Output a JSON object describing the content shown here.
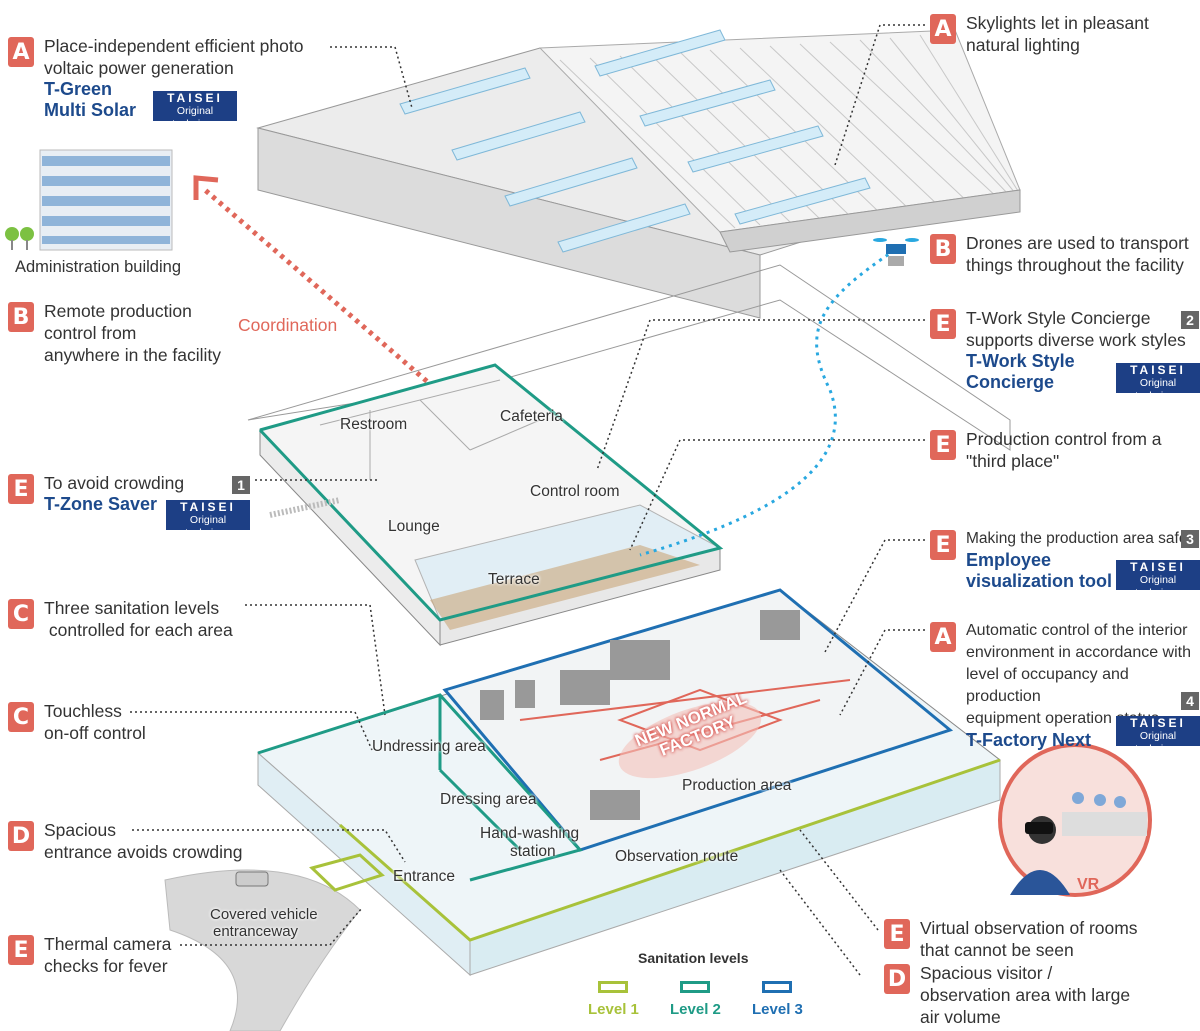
{
  "callouts": {
    "solar": {
      "letter": "A",
      "lines": [
        "Place-independent efficient photo",
        "voltaic power generation"
      ],
      "brand": [
        "T-Green",
        "Multi Solar"
      ]
    },
    "skylights": {
      "letter": "A",
      "lines": [
        "Skylights let in pleasant",
        "natural lighting"
      ]
    },
    "remote": {
      "letter": "B",
      "lines": [
        "Remote production",
        "control from",
        "anywhere in the facility"
      ]
    },
    "drones": {
      "letter": "B",
      "lines": [
        "Drones are used to transport",
        "things throughout the facility"
      ]
    },
    "workstyle": {
      "letter": "E",
      "lines": [
        "T-Work Style Concierge",
        "supports diverse work styles"
      ],
      "brand": [
        "T-Work Style",
        "Concierge"
      ],
      "number": "2"
    },
    "thirdplace": {
      "letter": "E",
      "lines": [
        "Production control from a",
        "\"third place\""
      ]
    },
    "crowding": {
      "letter": "E",
      "lines": [
        "To avoid crowding"
      ],
      "brand": [
        "T-Zone Saver"
      ],
      "number": "1"
    },
    "safer": {
      "letter": "E",
      "lines": [
        "Making the production area safer"
      ],
      "brand": [
        "Employee",
        "visualization tool"
      ],
      "number": "3"
    },
    "sanitation": {
      "letter": "C",
      "lines": [
        "Three sanitation levels",
        " controlled for each area"
      ]
    },
    "automatic": {
      "letter": "A",
      "lines": [
        "Automatic control of the interior",
        "environment in accordance with",
        "level of occupancy and production",
        "equipment operation status"
      ],
      "brand": [
        "T-Factory Next"
      ],
      "number": "4"
    },
    "touchless": {
      "letter": "C",
      "lines": [
        "Touchless",
        "on-off control"
      ]
    },
    "entrance": {
      "letter": "D",
      "lines": [
        "Spacious",
        "entrance avoids crowding"
      ]
    },
    "thermal": {
      "letter": "E",
      "lines": [
        "Thermal camera",
        "checks for fever"
      ]
    },
    "virtual": {
      "letter": "E",
      "lines": [
        "Virtual observation of rooms",
        "that cannot be seen"
      ]
    },
    "visitor": {
      "letter": "D",
      "lines": [
        "Spacious visitor /",
        "observation area with large",
        "air volume"
      ]
    }
  },
  "taisei": {
    "line1": "TAISEI",
    "line2": "Original technique"
  },
  "labels": {
    "admin": "Administration building",
    "coordination": "Coordination",
    "restroom": "Restroom",
    "cafeteria": "Cafeteria",
    "control_room": "Control room",
    "lounge": "Lounge",
    "terrace": "Terrace",
    "undressing": "Undressing area",
    "dressing": "Dressing area",
    "handwashing1": "Hand-washing",
    "handwashing2": "station",
    "entrance": "Entrance",
    "production": "Production area",
    "observation": "Observation route",
    "covered1": "Covered vehicle",
    "covered2": "entranceway",
    "newnormal1": "NEW NORMAL",
    "newnormal2": "FACTORY",
    "vr": "VR"
  },
  "legend": {
    "title": "Sanitation levels",
    "items": [
      {
        "label": "Level 1",
        "color": "#a8c23a"
      },
      {
        "label": "Level 2",
        "color": "#1f9b86"
      },
      {
        "label": "Level 3",
        "color": "#1f6fb2"
      }
    ]
  },
  "colors": {
    "accent": "#e0675a",
    "brand": "#1d4a8c",
    "drone_path": "#29a8e0"
  }
}
